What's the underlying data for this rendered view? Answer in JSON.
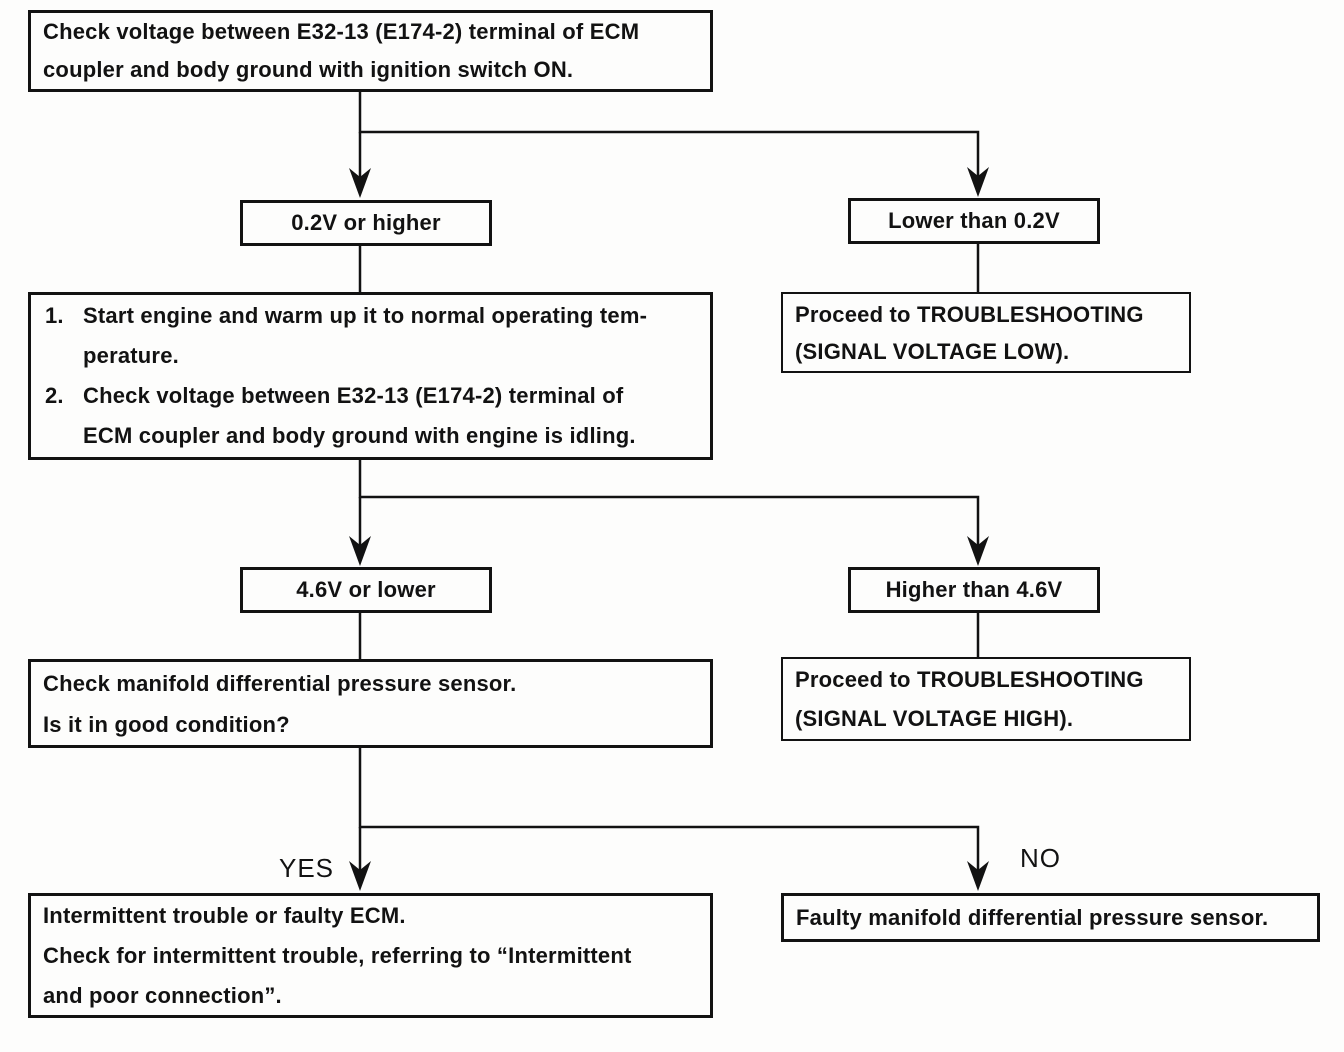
{
  "diagram": {
    "title_semantic": "ECM voltage troubleshooting flowchart",
    "colors": {
      "line": "#121212",
      "background": "#fdfdfc",
      "text": "#121212"
    },
    "nodes": {
      "check_ignition": {
        "lines": [
          "Check voltage between E32-13 (E174-2) terminal of ECM",
          "coupler and body ground with ignition switch ON."
        ]
      },
      "result_02v_higher": {
        "label": "0.2V or higher"
      },
      "result_lower_02v": {
        "label": "Lower than 0.2V"
      },
      "ts_low": {
        "lines": [
          "Proceed to TROUBLESHOOTING",
          "(SIGNAL VOLTAGE LOW)."
        ]
      },
      "steps": {
        "items": [
          {
            "num": "1.",
            "lines": [
              "Start engine and warm up it to normal operating tem-",
              "perature."
            ]
          },
          {
            "num": "2.",
            "lines": [
              "Check voltage between E32-13 (E174-2) terminal of",
              "ECM coupler and body ground with engine is idling."
            ]
          }
        ]
      },
      "result_46v_lower": {
        "label": "4.6V or lower"
      },
      "result_higher_46v": {
        "label": "Higher than 4.6V"
      },
      "ts_high": {
        "lines": [
          "Proceed to TROUBLESHOOTING",
          "(SIGNAL VOLTAGE HIGH)."
        ]
      },
      "check_sensor": {
        "lines": [
          "Check manifold differential pressure sensor.",
          "Is it in good condition?"
        ]
      },
      "intermittent": {
        "lines": [
          "Intermittent trouble or faulty ECM.",
          "Check for intermittent trouble, referring to “Intermittent",
          "and poor connection”."
        ]
      },
      "faulty_sensor": {
        "label": "Faulty manifold differential pressure sensor."
      }
    },
    "branch_labels": {
      "yes": "YES",
      "no": "NO"
    }
  }
}
